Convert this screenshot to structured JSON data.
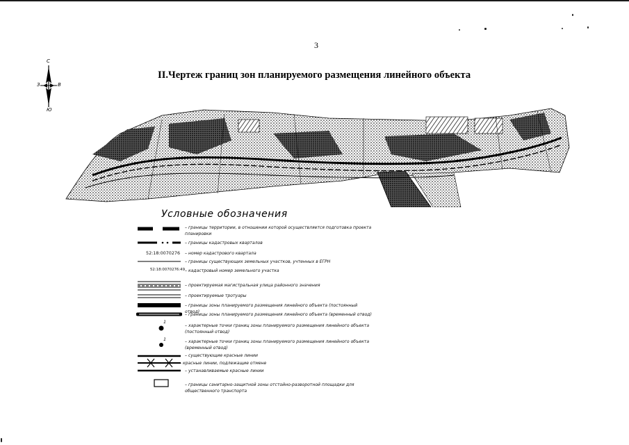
{
  "page": {
    "number": "3",
    "title": "II.Чертеж границ зон планируемого размещения линейного объекта"
  },
  "compass": {
    "north": "С",
    "south": "Ю",
    "west": "З",
    "east": "В"
  },
  "map": {
    "description_icon": "planning-map-drawing"
  },
  "legend": {
    "title": "Условные обозначения",
    "items": [
      {
        "id": "territory-boundary",
        "text": "– границы территории, в отношении которой осуществляется подготовка проекта планировки"
      },
      {
        "id": "block-boundary",
        "text": "– границы кадастровых кварталов"
      },
      {
        "id": "block-number",
        "code": "52:18:0070276",
        "text": "– номер кадастрового квартала"
      },
      {
        "id": "parcel-boundary",
        "text": "– границы существующих земельных участков, учтенных в ЕГРН"
      },
      {
        "id": "parcel-number",
        "code": "52:18:0070276:49",
        "text": "– кадастровый номер земельного участка"
      },
      {
        "id": "main-street",
        "text": "– проектируемая магистральная улица районного значения"
      },
      {
        "id": "sidewalks",
        "text": "– проектируемые тротуары"
      },
      {
        "id": "zone-permanent",
        "text": "– границы зоны планируемого размещения линейного объекта (постоянный отвод)"
      },
      {
        "id": "zone-temporary",
        "text": "– границы зоны планируемого размещения линейного объекта (временный отвод)"
      },
      {
        "id": "point-permanent",
        "mark": "1",
        "text": "– характерные точки границ зоны планируемого размещения линейного объекта (постоянный отвод)"
      },
      {
        "id": "point-temporary",
        "mark": "1",
        "text": "– характерные точки границ зоны планируемого размещения линейного объекта (временный отвод)"
      },
      {
        "id": "red-lines-existing",
        "text": "– существующие красные линии"
      },
      {
        "id": "red-lines-cancel",
        "text": "– красные линии, подлежащие отмене"
      },
      {
        "id": "red-lines-new",
        "text": "– устанавливаемые красные линии"
      },
      {
        "id": "sanitary-zone",
        "text": "– границы санитарно-защитной зоны отстойно-разворотной площадки для общественного транспорта"
      }
    ]
  }
}
